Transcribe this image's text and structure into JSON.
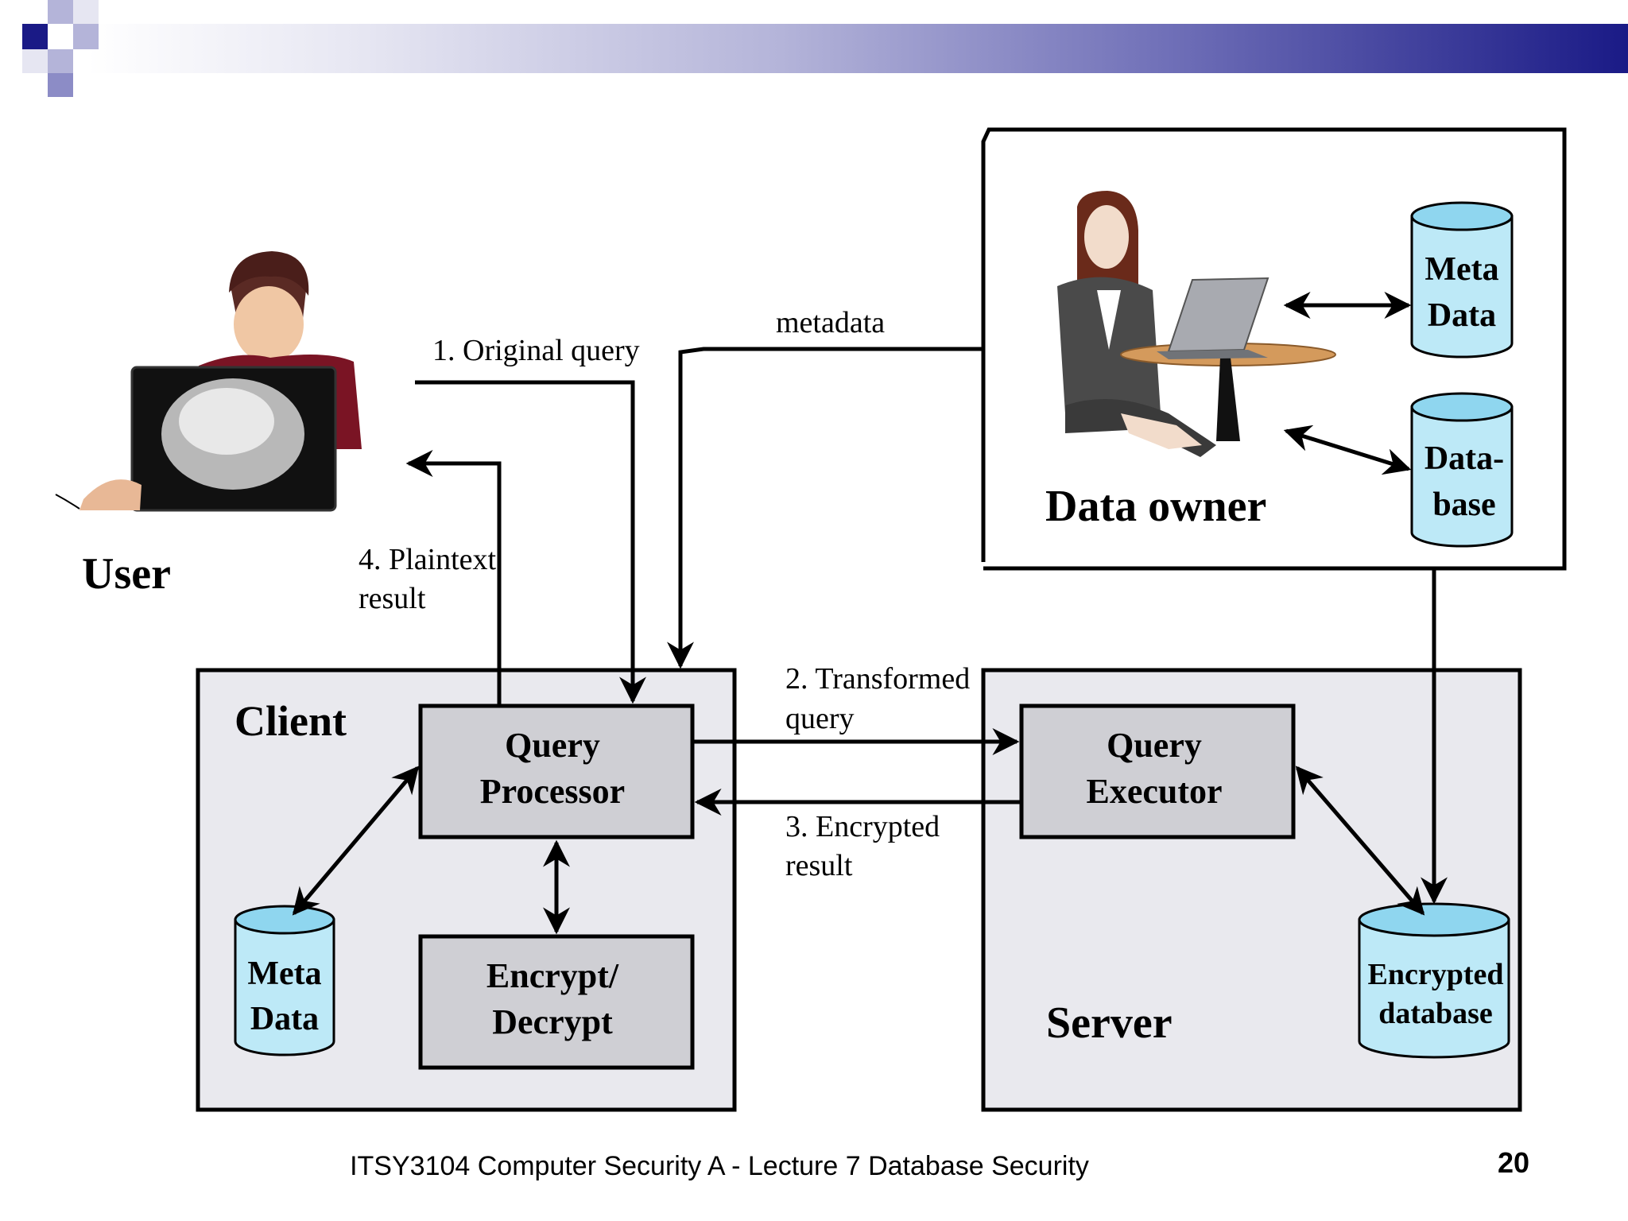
{
  "labels": {
    "user": "User",
    "client": "Client",
    "server": "Server",
    "data_owner": "Data owner",
    "query_processor": [
      "Query",
      "Processor"
    ],
    "encrypt_decrypt": [
      "Encrypt/",
      "Decrypt"
    ],
    "query_executor": [
      "Query",
      "Executor"
    ],
    "client_meta_data": [
      "Meta",
      "Data"
    ],
    "owner_meta_data": [
      "Meta",
      "Data"
    ],
    "owner_database": [
      "Data-",
      "base"
    ],
    "encrypted_database": [
      "Encrypted",
      "database"
    ]
  },
  "flows": {
    "original_query": "1. Original query",
    "metadata": "metadata",
    "transformed_query": [
      "2. Transformed",
      "query"
    ],
    "encrypted_result": [
      "3. Encrypted",
      "result"
    ],
    "plaintext_result": [
      "4. Plaintext",
      "result"
    ]
  },
  "footer": {
    "course": "ITSY3104 Computer Security A - Lecture 7 Database Security",
    "page_number": "20"
  },
  "colors": {
    "banner_dark": "#1a1a86",
    "banner_light": "#b4b4d9",
    "panel_fill": "#e9e9ee",
    "process_fill": "#cfcfd4",
    "cylinder_fill": "#bde9f7",
    "cylinder_top": "#8fd6ef",
    "line": "#000000"
  },
  "icons": [
    "user-at-computer-icon",
    "data-owner-at-laptop-icon"
  ]
}
